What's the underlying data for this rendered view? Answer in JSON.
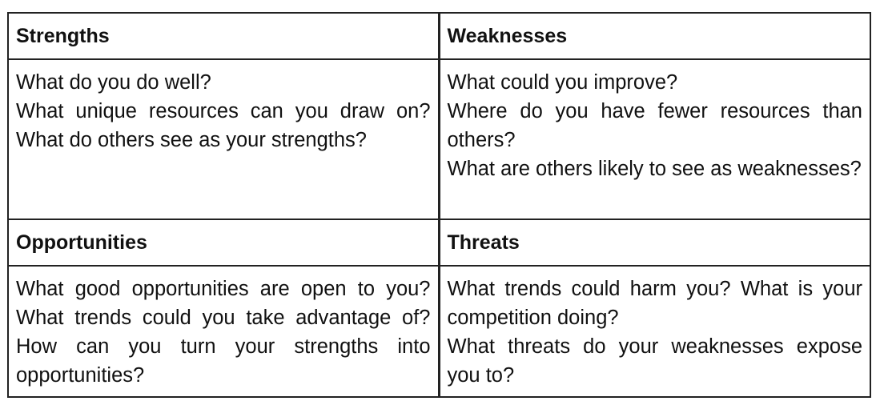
{
  "swot": {
    "strengths": {
      "title": "Strengths",
      "lines": [
        "What do you do well?",
        "What unique resources can you draw on? What do others see as your strengths?"
      ]
    },
    "weaknesses": {
      "title": "Weaknesses",
      "lines": [
        "What could you improve?",
        "Where do you have fewer resources than others?",
        "What are others likely to see as weaknesses?"
      ]
    },
    "opportunities": {
      "title": "Opportunities",
      "lines": [
        "What good opportunities are open to you? What trends could you take advantage of? How can you turn your strengths into opportunities?"
      ]
    },
    "threats": {
      "title": "Threats",
      "lines": [
        "What trends could harm you? What is your competition doing?",
        "What threats do your weaknesses expose you to?"
      ]
    }
  }
}
